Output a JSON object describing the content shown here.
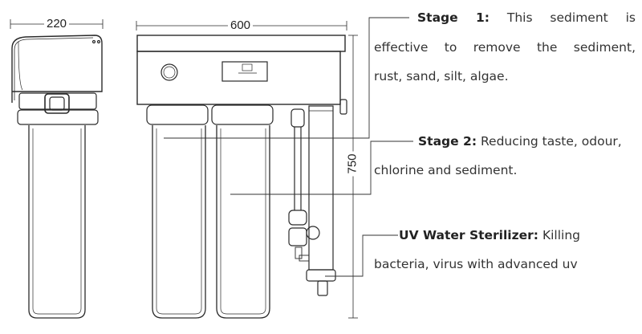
{
  "dimensions": {
    "width_side": "220",
    "width_front": "600",
    "height": "750"
  },
  "labels": {
    "stage1": {
      "title": "Stage  1:",
      "line1": "This  sediment  is",
      "line2": "effective  to  remove  the  sediment,",
      "line3": "rust, sand, silt, algae."
    },
    "stage2": {
      "title": "Stage 2:",
      "line1": "Reducing taste, odour,",
      "line2": "chlorine and sediment."
    },
    "uv": {
      "title": "UV Water Sterilizer:",
      "line1": "Killing",
      "line2": "bacteria, virus with advanced uv"
    }
  }
}
